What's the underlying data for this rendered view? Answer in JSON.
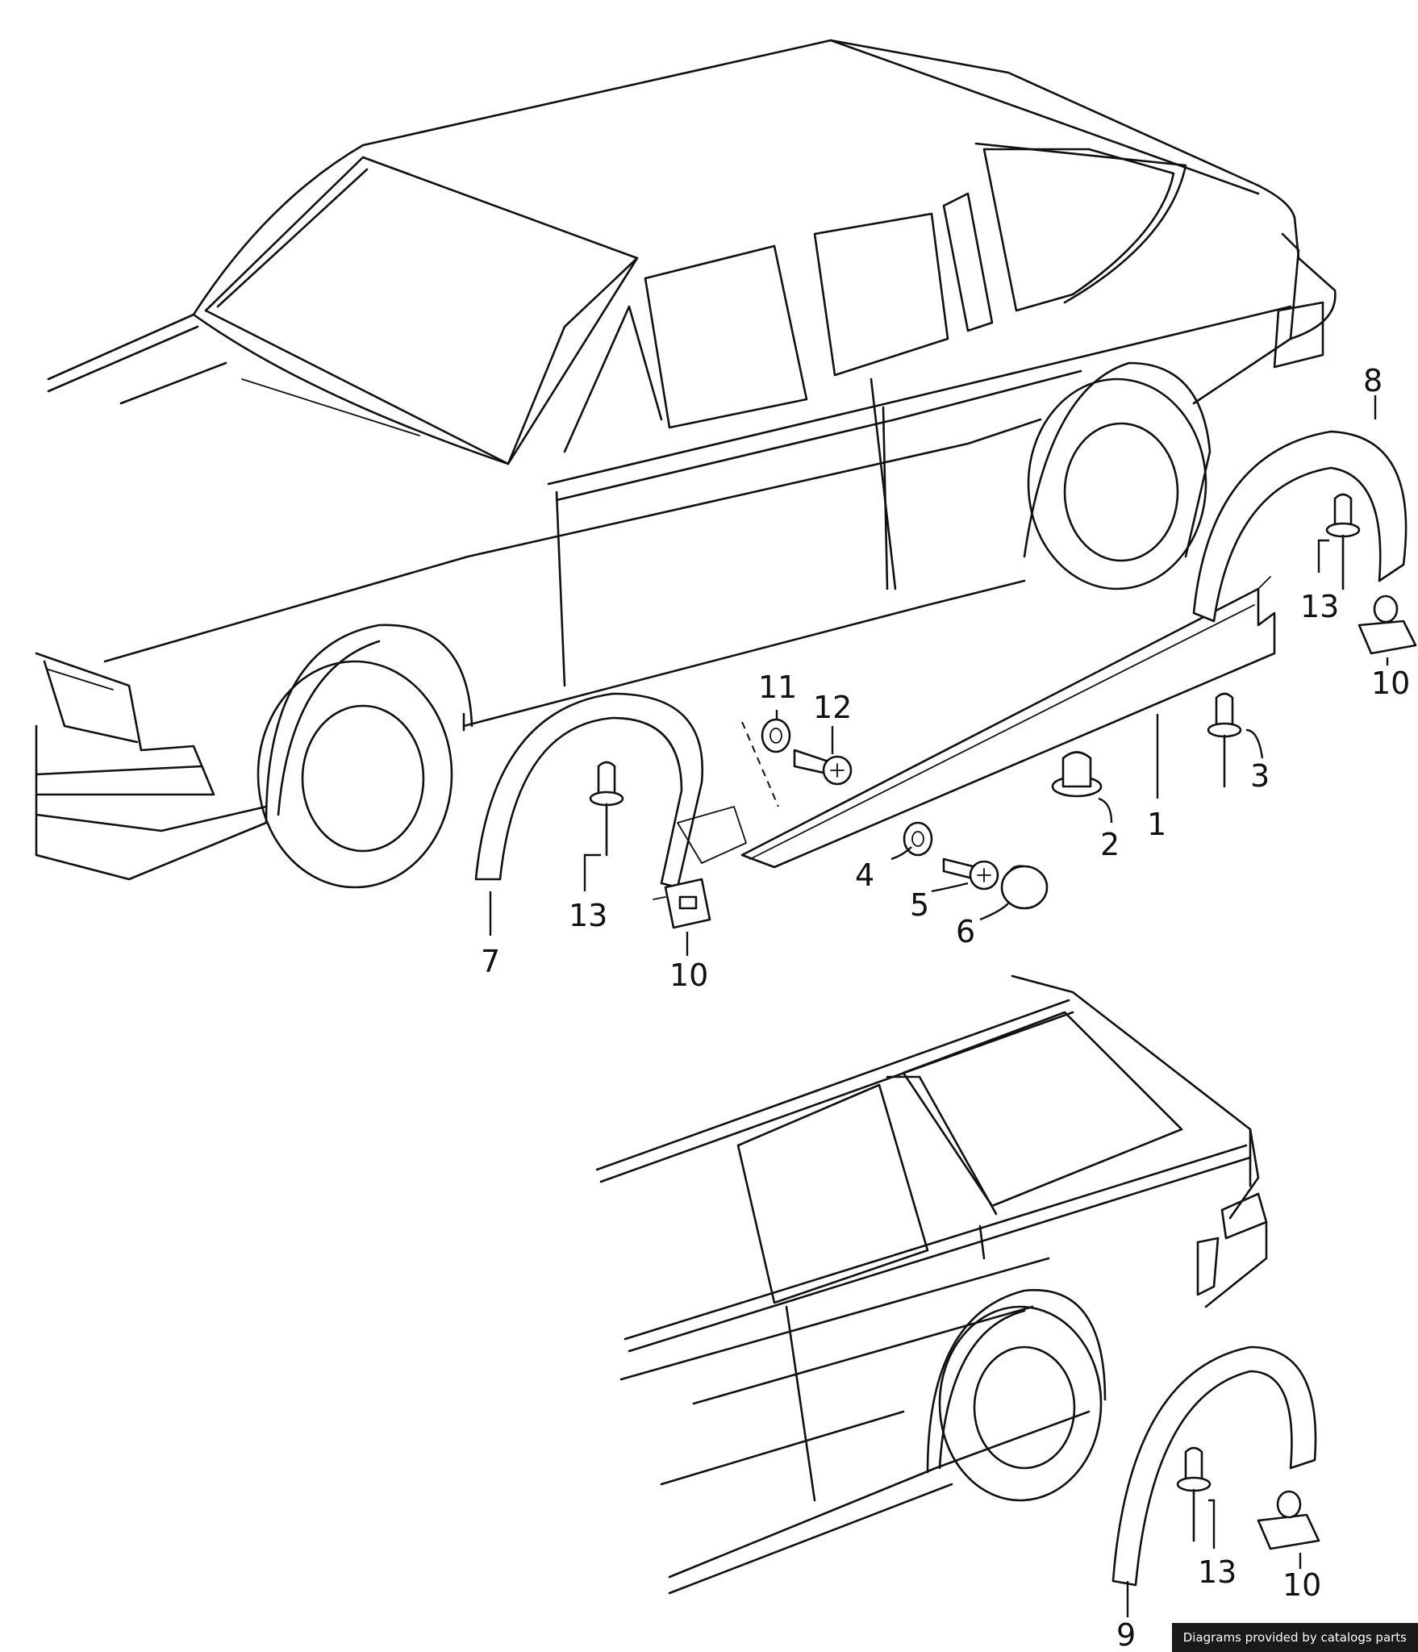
{
  "credit": "Diagrams provided by catalogs parts",
  "callouts": {
    "part_1": "1",
    "part_2": "2",
    "part_3": "3",
    "part_4": "4",
    "part_5": "5",
    "part_6": "6",
    "part_7": "7",
    "part_8": "8",
    "part_9": "9",
    "part_10a": "10",
    "part_10b": "10",
    "part_10c": "10",
    "part_11": "11",
    "part_12": "12",
    "part_13a": "13",
    "part_13b": "13",
    "part_13c": "13"
  }
}
